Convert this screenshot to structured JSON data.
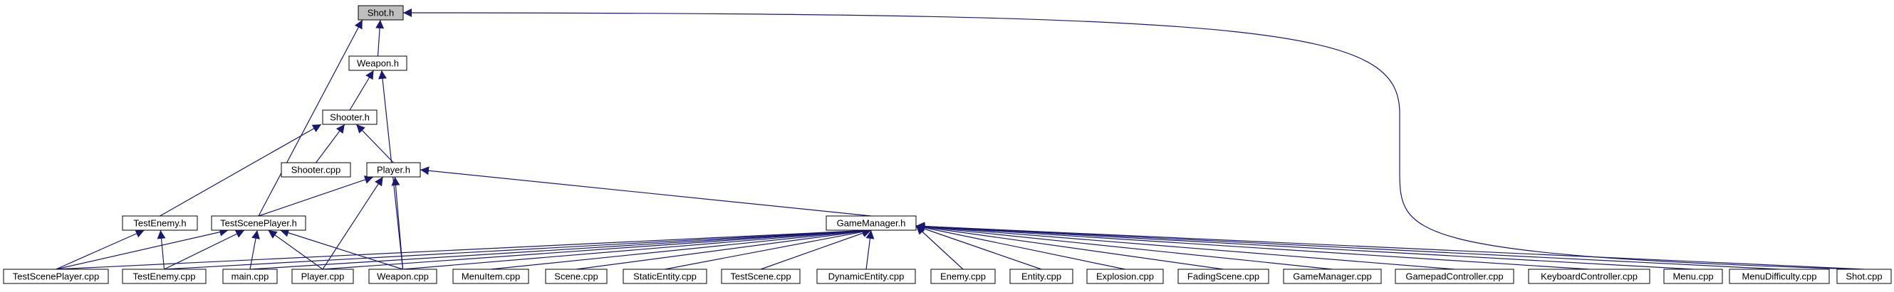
{
  "graph": {
    "title": "Shot.h include dependency graph",
    "colors": {
      "edge": "#191970",
      "node_border": "#000000",
      "root_fill": "#bfbfbf",
      "node_fill": "#ffffff"
    },
    "nodes": [
      {
        "id": "shot_h",
        "label": "Shot.h",
        "root": true
      },
      {
        "id": "weapon_h",
        "label": "Weapon.h"
      },
      {
        "id": "shooter_h",
        "label": "Shooter.h"
      },
      {
        "id": "shooter_cpp",
        "label": "Shooter.cpp"
      },
      {
        "id": "player_h",
        "label": "Player.h"
      },
      {
        "id": "testenemy_h",
        "label": "TestEnemy.h"
      },
      {
        "id": "testsceneplayer_h",
        "label": "TestScenePlayer.h"
      },
      {
        "id": "gamemanager_h",
        "label": "GameManager.h"
      },
      {
        "id": "testsceneplayer_cpp",
        "label": "TestScenePlayer.cpp"
      },
      {
        "id": "testenemy_cpp",
        "label": "TestEnemy.cpp"
      },
      {
        "id": "main_cpp",
        "label": "main.cpp"
      },
      {
        "id": "player_cpp",
        "label": "Player.cpp"
      },
      {
        "id": "weapon_cpp",
        "label": "Weapon.cpp"
      },
      {
        "id": "menuitem_cpp",
        "label": "MenuItem.cpp"
      },
      {
        "id": "scene_cpp",
        "label": "Scene.cpp"
      },
      {
        "id": "staticentity_cpp",
        "label": "StaticEntity.cpp"
      },
      {
        "id": "testscene_cpp",
        "label": "TestScene.cpp"
      },
      {
        "id": "dynamicentity_cpp",
        "label": "DynamicEntity.cpp"
      },
      {
        "id": "enemy_cpp",
        "label": "Enemy.cpp"
      },
      {
        "id": "entity_cpp",
        "label": "Entity.cpp"
      },
      {
        "id": "explosion_cpp",
        "label": "Explosion.cpp"
      },
      {
        "id": "fadingscene_cpp",
        "label": "FadingScene.cpp"
      },
      {
        "id": "gamemanager_cpp",
        "label": "GameManager.cpp"
      },
      {
        "id": "gamepadcontroller_cpp",
        "label": "GamepadController.cpp"
      },
      {
        "id": "keyboardcontroller_cpp",
        "label": "KeyboardController.cpp"
      },
      {
        "id": "menu_cpp",
        "label": "Menu.cpp"
      },
      {
        "id": "menudifficulty_cpp",
        "label": "MenuDifficulty.cpp"
      },
      {
        "id": "shot_cpp",
        "label": "Shot.cpp"
      }
    ],
    "edges": [
      [
        "shot_h",
        "weapon_h"
      ],
      [
        "shot_h",
        "testsceneplayer_h"
      ],
      [
        "shot_h",
        "shot_cpp"
      ],
      [
        "weapon_h",
        "shooter_h"
      ],
      [
        "weapon_h",
        "weapon_cpp"
      ],
      [
        "shooter_h",
        "shooter_cpp"
      ],
      [
        "shooter_h",
        "player_h"
      ],
      [
        "shooter_h",
        "testenemy_h"
      ],
      [
        "player_h",
        "testsceneplayer_h"
      ],
      [
        "player_h",
        "gamemanager_h"
      ],
      [
        "player_h",
        "player_cpp"
      ],
      [
        "player_h",
        "weapon_cpp"
      ],
      [
        "testenemy_h",
        "testsceneplayer_cpp"
      ],
      [
        "testenemy_h",
        "testenemy_cpp"
      ],
      [
        "testsceneplayer_h",
        "testsceneplayer_cpp"
      ],
      [
        "testsceneplayer_h",
        "testenemy_cpp"
      ],
      [
        "testsceneplayer_h",
        "main_cpp"
      ],
      [
        "testsceneplayer_h",
        "player_cpp"
      ],
      [
        "testsceneplayer_h",
        "weapon_cpp"
      ],
      [
        "gamemanager_h",
        "testsceneplayer_cpp"
      ],
      [
        "gamemanager_h",
        "testenemy_cpp"
      ],
      [
        "gamemanager_h",
        "main_cpp"
      ],
      [
        "gamemanager_h",
        "player_cpp"
      ],
      [
        "gamemanager_h",
        "weapon_cpp"
      ],
      [
        "gamemanager_h",
        "menuitem_cpp"
      ],
      [
        "gamemanager_h",
        "scene_cpp"
      ],
      [
        "gamemanager_h",
        "staticentity_cpp"
      ],
      [
        "gamemanager_h",
        "testscene_cpp"
      ],
      [
        "gamemanager_h",
        "dynamicentity_cpp"
      ],
      [
        "gamemanager_h",
        "enemy_cpp"
      ],
      [
        "gamemanager_h",
        "entity_cpp"
      ],
      [
        "gamemanager_h",
        "explosion_cpp"
      ],
      [
        "gamemanager_h",
        "fadingscene_cpp"
      ],
      [
        "gamemanager_h",
        "gamemanager_cpp"
      ],
      [
        "gamemanager_h",
        "gamepadcontroller_cpp"
      ],
      [
        "gamemanager_h",
        "keyboardcontroller_cpp"
      ],
      [
        "gamemanager_h",
        "menu_cpp"
      ],
      [
        "gamemanager_h",
        "menudifficulty_cpp"
      ],
      [
        "gamemanager_h",
        "shot_cpp"
      ]
    ]
  }
}
